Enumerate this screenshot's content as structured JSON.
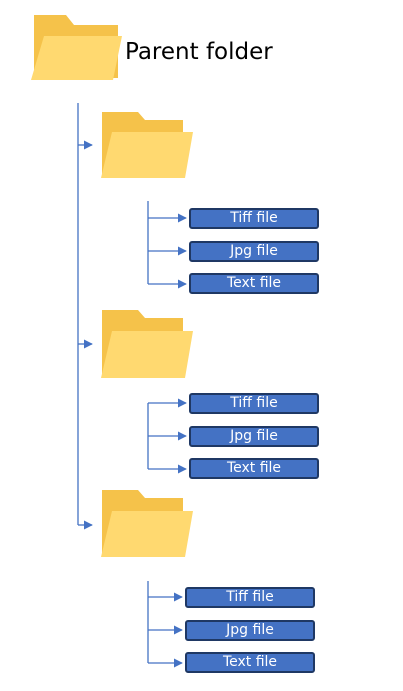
{
  "parent": {
    "label": "Parent folder"
  },
  "subfolders": [
    {
      "files": [
        "Tiff file",
        "Jpg file",
        "Text file"
      ]
    },
    {
      "files": [
        "Tiff file",
        "Jpg file",
        "Text file"
      ]
    },
    {
      "files": [
        "Tiff file",
        "Jpg file",
        "Text file"
      ]
    }
  ],
  "colors": {
    "folder_back": "#f5c24a",
    "folder_front": "#ffd970",
    "connector": "#4472c4",
    "file_fill": "#4472c4",
    "file_border": "#1f3864",
    "file_text": "#ffffff"
  }
}
